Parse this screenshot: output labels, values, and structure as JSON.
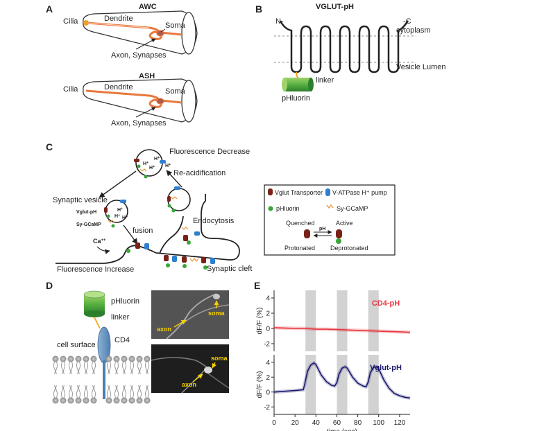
{
  "panels": {
    "a": {
      "letter": "A",
      "top_title": "AWC",
      "bottom_title": "ASH",
      "labels": {
        "cilia": "Cilia",
        "dendrite": "Dendrite",
        "soma": "Soma",
        "axon": "Axon, Synapses"
      }
    },
    "b": {
      "letter": "B",
      "title": "VGLUT-pH",
      "n_term": "N-",
      "c_term": "-C",
      "cytoplasm": "cytoplasm",
      "lumen": "Vesicle Lumen",
      "linker": "linker",
      "phluorin": "pHluorin"
    },
    "c": {
      "letter": "C",
      "fluor_decrease": "Fluorescence Decrease",
      "reacid": "Re-acidification",
      "endocytosis": "Endocytosis",
      "synaptic_vesicle": "Synaptic vesicle",
      "vglut_ph": "Vglut-pH",
      "sy_gcamp": "Sy-GCaMP",
      "fusion": "fusion",
      "ca": "Ca",
      "ca_charge": "++",
      "fluor_increase": "Fluorescence Increase",
      "cleft": "Synaptic cleft",
      "proton": "H",
      "proton_charge": "+",
      "legend": {
        "vglut": "Vglut Transporter",
        "vatpase": "V-ATPase H⁺ pump",
        "phluorin": "pHluorin",
        "sygcamp": "Sy-GCaMP",
        "quenched": "Quenched",
        "active": "Active",
        "ph": "pH",
        "protonated": "Protonated",
        "deprotonated": "Deprotonated"
      }
    },
    "d": {
      "letter": "D",
      "phluorin": "pHluorin",
      "linker": "linker",
      "cd4": "CD4",
      "cell_surface": "cell surface",
      "axon": "axon",
      "soma": "soma"
    },
    "e": {
      "letter": "E"
    }
  },
  "colors": {
    "red_trace": "#e8343c",
    "blue_trace": "#1c1a6e",
    "stim": "#d2d2d2",
    "phluorin_green": "#3aa63a",
    "vglut_brown": "#7a2218",
    "vatpase_blue": "#2f7fd0",
    "neuron_orange": "#e8783c"
  },
  "chart_data": [
    {
      "type": "line",
      "title": "",
      "xlabel": "time (sec)",
      "ylabel": "dF/F (%)",
      "xlim": [
        0,
        130
      ],
      "ylim": [
        -3,
        5
      ],
      "xticks": [
        0,
        20,
        40,
        60,
        80,
        100,
        120
      ],
      "yticks": [
        -2,
        0,
        2,
        4
      ],
      "stim_windows": [
        [
          30,
          40
        ],
        [
          60,
          70
        ],
        [
          90,
          100
        ]
      ],
      "series": [
        {
          "name": "CD4-pH",
          "x": [
            0,
            10,
            20,
            30,
            40,
            50,
            60,
            70,
            80,
            90,
            100,
            110,
            120,
            130
          ],
          "values": [
            0.1,
            0.05,
            0.0,
            0.0,
            -0.1,
            -0.1,
            -0.15,
            -0.2,
            -0.25,
            -0.3,
            -0.35,
            -0.4,
            -0.45,
            -0.5
          ]
        }
      ]
    },
    {
      "type": "line",
      "title": "",
      "xlabel": "time (sec)",
      "ylabel": "dF/F (%)",
      "xlim": [
        0,
        130
      ],
      "ylim": [
        -3,
        5
      ],
      "xticks": [
        0,
        20,
        40,
        60,
        80,
        100,
        120
      ],
      "yticks": [
        -2,
        0,
        2,
        4
      ],
      "stim_windows": [
        [
          30,
          40
        ],
        [
          60,
          70
        ],
        [
          90,
          100
        ]
      ],
      "series": [
        {
          "name": "Vglut-pH",
          "x": [
            0,
            10,
            20,
            28,
            30,
            32,
            35,
            38,
            40,
            45,
            50,
            55,
            58,
            60,
            62,
            65,
            68,
            70,
            75,
            80,
            85,
            88,
            90,
            92,
            95,
            98,
            100,
            105,
            110,
            115,
            120,
            125,
            130
          ],
          "values": [
            0,
            0.1,
            0.2,
            0.3,
            1.5,
            2.8,
            3.6,
            3.9,
            3.7,
            2.3,
            1.4,
            0.9,
            0.8,
            1.3,
            2.4,
            3.2,
            3.4,
            3.2,
            2.0,
            1.2,
            0.8,
            0.7,
            1.4,
            2.6,
            3.3,
            3.4,
            3.1,
            1.6,
            0.5,
            -0.2,
            -0.5,
            -0.7,
            -0.8
          ]
        }
      ]
    }
  ]
}
